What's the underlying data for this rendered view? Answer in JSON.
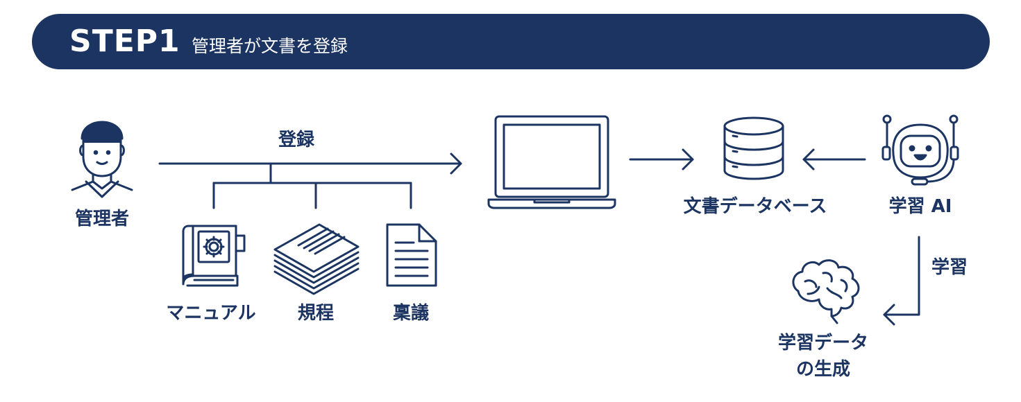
{
  "header": {
    "step": "STEP1",
    "title": "管理者が文書を登録"
  },
  "diagram": {
    "admin_label": "管理者",
    "register_label": "登録",
    "documents": {
      "manual": "マニュアル",
      "rules": "規程",
      "proposal": "稟議"
    },
    "database_label": "文書データベース",
    "ai_label": "学習 AI",
    "learn_label": "学習",
    "output_label_line1": "学習データ",
    "output_label_line2": "の生成"
  },
  "colors": {
    "primary": "#1b3461",
    "background": "#ffffff",
    "banner_text": "#ffffff"
  },
  "icons": [
    "person-icon",
    "manual-book-icon",
    "paper-stack-icon",
    "document-icon",
    "laptop-icon",
    "database-icon",
    "robot-icon",
    "brain-icon"
  ]
}
